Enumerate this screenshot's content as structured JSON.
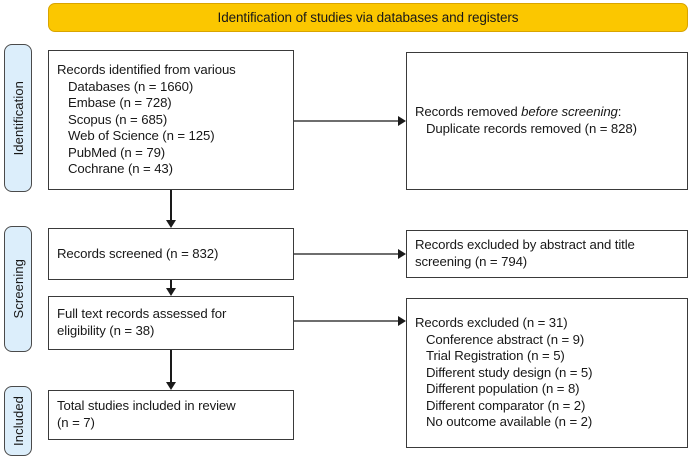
{
  "banner": {
    "title": "Identification of studies via databases and registers",
    "color": "#FBC700"
  },
  "stages": {
    "identification": "Identification",
    "screening": "Screening",
    "included": "Included",
    "color": "#DCEEFB"
  },
  "boxes": {
    "identified": {
      "line1": "Records identified from various",
      "line2": "Databases (n = 1660)",
      "line3": "Embase (n = 728)",
      "line4": "Scopus (n = 685)",
      "line5": "Web of Science (n = 125)",
      "line6": "PubMed (n = 79)",
      "line7": "Cochrane (n = 43)"
    },
    "removed": {
      "line1_pre": "Records removed ",
      "line1_em": "before screening",
      "line1_post": ":",
      "line2": "Duplicate records removed (n = 828)"
    },
    "screened": {
      "line1": "Records screened (n = 832)"
    },
    "excluded_title": {
      "line1": "Records excluded by abstract and title",
      "line2": "screening (n = 794)"
    },
    "fulltext": {
      "line1": "Full text records assessed for",
      "line2": "eligibility (n = 38)"
    },
    "excluded_full": {
      "line1": "Records excluded (n = 31)",
      "line2": "Conference abstract (n = 9)",
      "line3": "Trial Registration (n = 5)",
      "line4": "Different study design (n = 5)",
      "line5": "Different population (n = 8)",
      "line6": "Different comparator (n = 2)",
      "line7": "No outcome available (n = 2)"
    },
    "included": {
      "line1": "Total studies included in review",
      "line2": "(n = 7)"
    }
  }
}
